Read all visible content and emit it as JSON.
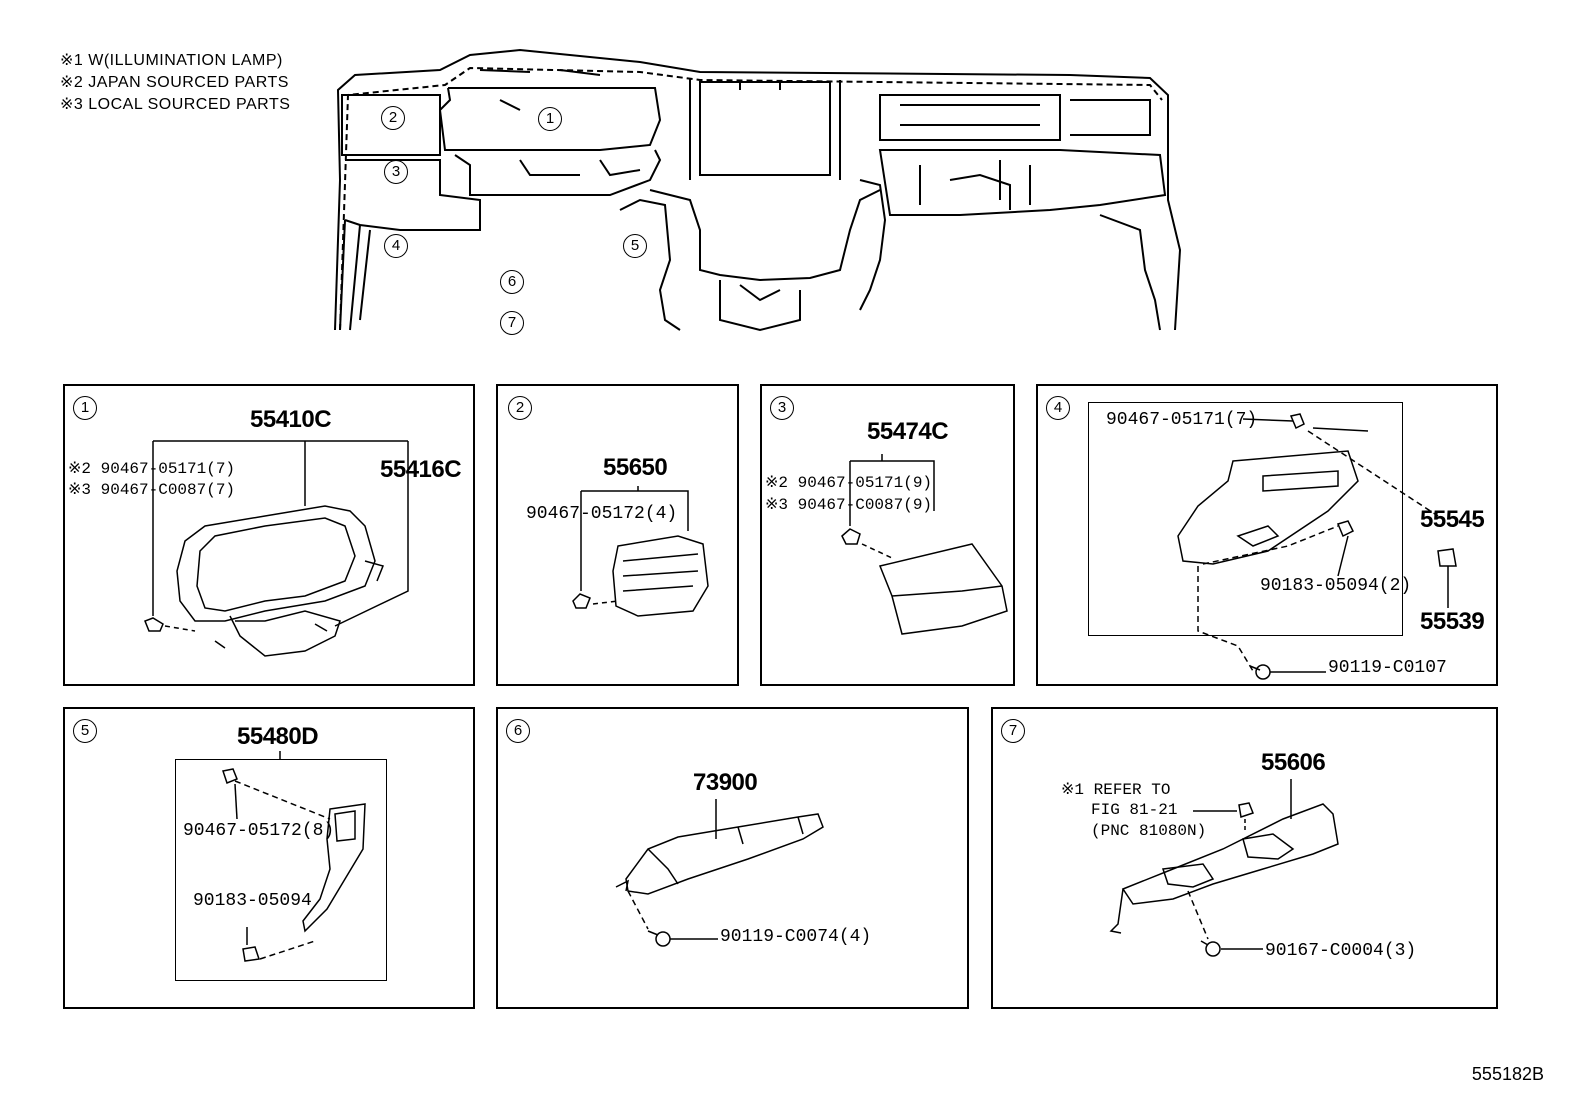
{
  "notes": [
    "※1 W(ILLUMINATION LAMP)",
    "※2 JAPAN SOURCED PARTS",
    "※3 LOCAL SOURCED PARTS"
  ],
  "overview_callouts": [
    "1",
    "2",
    "3",
    "4",
    "5",
    "6",
    "7"
  ],
  "panels": {
    "p1": {
      "num": "1",
      "main_part": "55410C",
      "sub_part": "55416C",
      "clip_japan": "※2 90467-05171(7)",
      "clip_local": "※3 90467-C0087(7)"
    },
    "p2": {
      "num": "2",
      "main_part": "55650",
      "clip": "90467-05172(4)"
    },
    "p3": {
      "num": "3",
      "main_part": "55474C",
      "clip_japan": "※2 90467-05171(9)",
      "clip_local": "※3 90467-C0087(9)"
    },
    "p4": {
      "num": "4",
      "clip": "90467-05171(7)",
      "main_part": "55545",
      "sub_clip": "90183-05094(2)",
      "sub_part": "55539",
      "screw": "90119-C0107"
    },
    "p5": {
      "num": "5",
      "main_part": "55480D",
      "clip": "90467-05172(8)",
      "sub_clip": "90183-05094"
    },
    "p6": {
      "num": "6",
      "main_part": "73900",
      "screw": "90119-C0074(4)"
    },
    "p7": {
      "num": "7",
      "main_part": "55606",
      "ref_line1": "※1 REFER TO",
      "ref_line2": "FIG 81-21",
      "ref_line3": "(PNC 81080N)",
      "screw": "90167-C0004(3)"
    }
  },
  "figure_id": "555182B"
}
